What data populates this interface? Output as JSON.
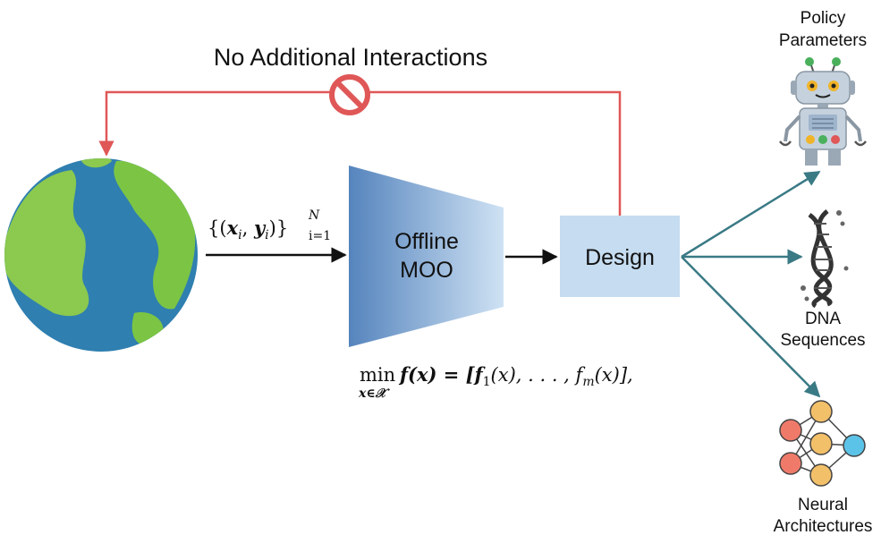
{
  "title": "No Additional Interactions",
  "dataset": {
    "lbrace": "{(",
    "x": "x",
    "sub_i1": "i",
    "comma": ", ",
    "y": "y",
    "sub_i2": "i",
    "rbrace": ")}",
    "sup": "N",
    "sub": "i=1"
  },
  "offline_moo": {
    "line1": "Offline",
    "line2": "MOO"
  },
  "design": {
    "label": "Design"
  },
  "formula": {
    "min": "min",
    "min_sub": "x∈𝒳",
    "lhs": "f(x) = [f",
    "sub1": "1",
    "mid": "(x), . . . , f",
    "subm": "m",
    "rhs": "(x)],"
  },
  "outputs": {
    "policy": {
      "line1": "Policy",
      "line2": "Parameters"
    },
    "dna": {
      "line1": "DNA",
      "line2": "Sequences"
    },
    "neural": {
      "line1": "Neural",
      "line2": "Architectures"
    }
  },
  "colors": {
    "feedback": "#e05757",
    "arrow": "#111111",
    "teal_arrow": "#3a7a85",
    "funnel_dark": "#5584bd",
    "funnel_light": "#c9def2",
    "design_box": "#c6dcf0",
    "ocean": "#2f7fb0",
    "land": "#7cc544"
  },
  "icons": {
    "earth": "earth-icon",
    "no_sign": "prohibited-icon",
    "robot": "robot-icon",
    "dna": "dna-icon",
    "neural": "neural-network-icon"
  }
}
